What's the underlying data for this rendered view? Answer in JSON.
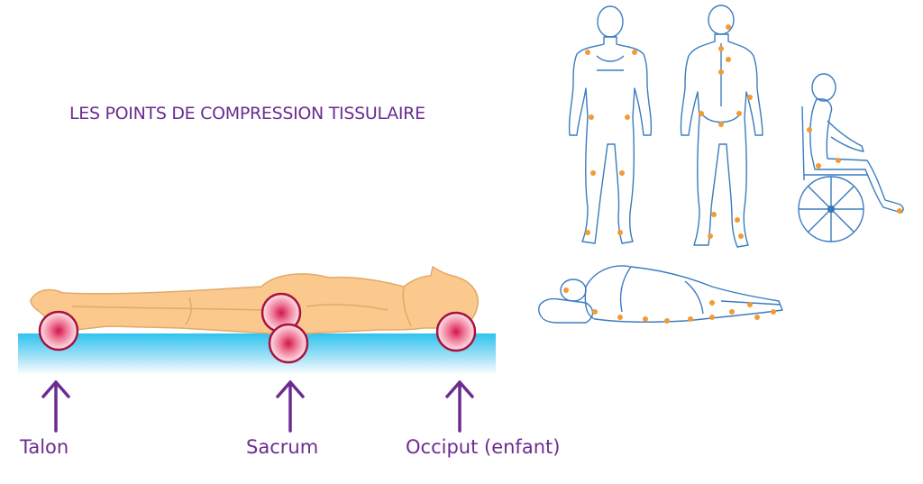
{
  "title": "LES POINTS DE COMPRESSION TISSULAIRE",
  "labels": {
    "heel": "Talon",
    "sacrum": "Sacrum",
    "occiput": "Occiput (enfant)"
  },
  "colors": {
    "accent": "#6b2c91",
    "body_fill": "#fbc98e",
    "body_stroke": "#e3a868",
    "mattress_top": "#2ec3ee",
    "pressure_ring": "#a8123e",
    "pressure_core": "#d0164a",
    "outline": "#3a7cc1",
    "point": "#f39a33"
  },
  "icons": {
    "arrow": "arrow-up-icon",
    "pressure": "pressure-point-icon"
  }
}
